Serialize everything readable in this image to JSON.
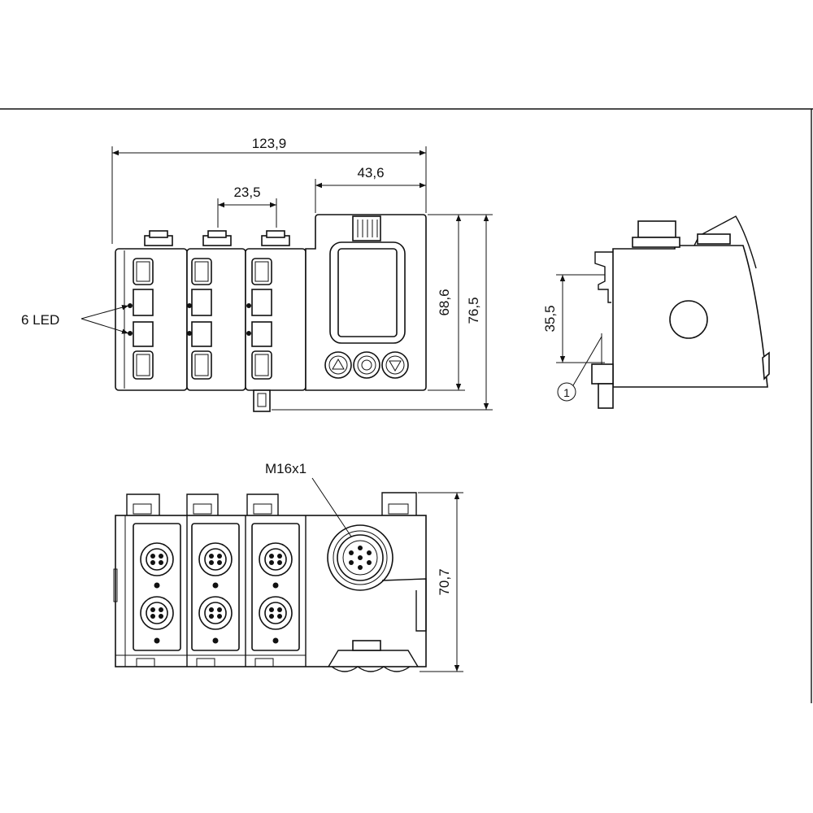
{
  "dimensions": {
    "overall_width": "123,9",
    "display_width": "43,6",
    "module_pitch": "23,5",
    "height_inner": "68,6",
    "height_total": "76,5",
    "rail_height": "35,5",
    "depth": "70,7"
  },
  "labels": {
    "led_count": "6 LED",
    "thread": "M16x1",
    "callout_1": "1"
  },
  "colors": {
    "line": "#111111",
    "background": "#ffffff"
  }
}
